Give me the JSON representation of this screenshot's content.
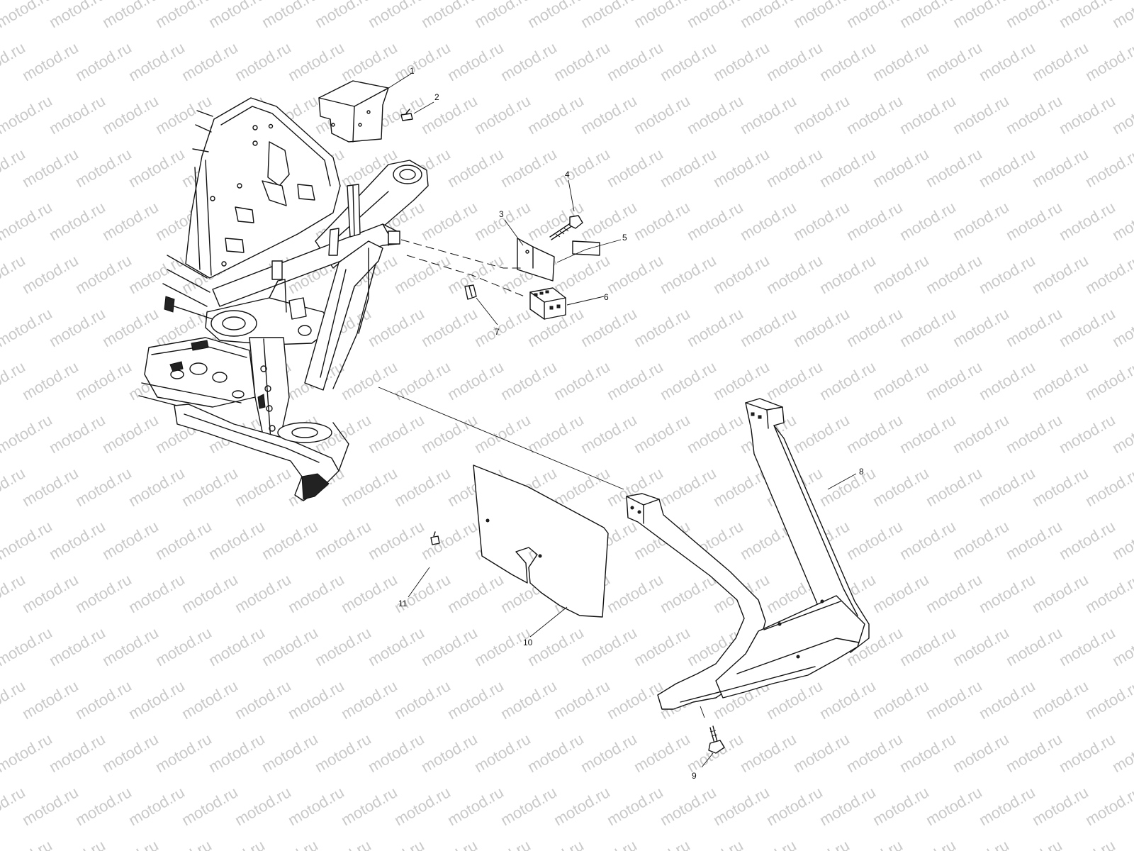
{
  "diagram": {
    "watermark_text": "motod.ru",
    "colors": {
      "ink": "#111111",
      "watermark": "#c9c9c9",
      "background": "#ffffff"
    },
    "labels": {
      "p1": "1",
      "p2": "2",
      "p3": "3",
      "p4": "4",
      "p5": "5",
      "p6": "6",
      "p7": "7",
      "p8": "8",
      "p9": "9",
      "p10": "10",
      "p11": "11"
    }
  }
}
